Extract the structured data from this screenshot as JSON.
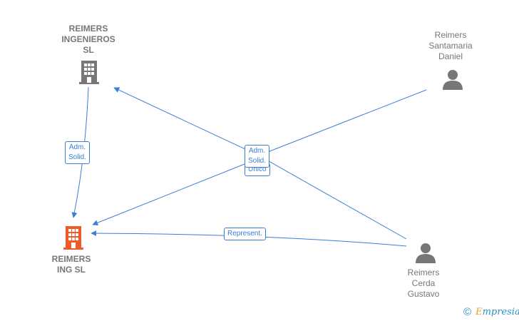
{
  "nodes": {
    "company_top": {
      "label": "REIMERS\nINGENIEROS\nSL",
      "icon": "building-icon",
      "color": "#777777"
    },
    "company_main": {
      "label": "REIMERS\nING  SL",
      "icon": "building-icon",
      "color": "#f05a28"
    },
    "person_daniel": {
      "label": "Reimers\nSantamaria\nDaniel",
      "icon": "person-icon",
      "color": "#777777"
    },
    "person_gustavo": {
      "label": "Reimers\nCerda\nGustavo",
      "icon": "person-icon",
      "color": "#777777"
    }
  },
  "edges": {
    "top_to_main": "Adm.\nSolid.",
    "center_primary": "Adm.\nSolid.",
    "center_secondary": "Único",
    "gustavo_to_main": "Represent."
  },
  "colors": {
    "edge": "#3a7fd4",
    "node_gray": "#777777",
    "node_highlight": "#f05a28"
  },
  "footer": {
    "copyright_symbol": "©",
    "brand": "Empresia"
  }
}
